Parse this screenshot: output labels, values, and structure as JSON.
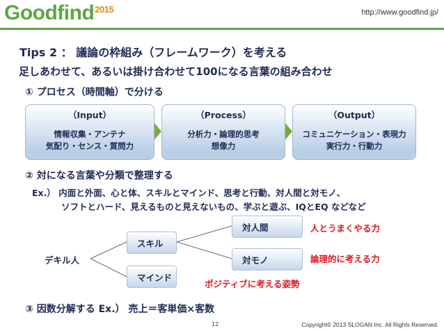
{
  "header": {
    "logo_text": "Goodfind",
    "logo_year": "2015",
    "url": "http://www.goodfind.jp/"
  },
  "title": "Tips 2 ： 議論の枠組み（フレームワーク）を考える",
  "subtitle": "足しあわせて、あるいは掛け合わせて100になる言葉の組み合わせ",
  "section1": {
    "heading": "① プロセス（時間軸）で分ける",
    "steps": [
      {
        "label": "（Input）",
        "desc_line1": "情報収集・アンテナ",
        "desc_line2": "気配り・センス・質問力"
      },
      {
        "label": "（Process）",
        "desc_line1": "分析力・論理的思考",
        "desc_line2": "想像力"
      },
      {
        "label": "（Output）",
        "desc_line1": "コミュニケーション・表現力",
        "desc_line2": "実行力・行動力"
      }
    ]
  },
  "section2": {
    "heading": "② 対になる言葉や分類で整理する",
    "example_line1": "Ex.） 内面と外面、心と体、スキルとマインド、思考と行動、対人間と対モノ、",
    "example_line2": "ソフトとハード、見えるものと見えないもの、学ぶと遊ぶ、IQとEQ  などなど",
    "tree": {
      "root": "デキル人",
      "skill": "スキル",
      "mind": "マインド",
      "interpersonal": "対人間",
      "objects": "対モノ",
      "interpersonal_note": "人とうまくやる力",
      "objects_note": "論理的に考える力",
      "mind_note": "ポジティブに考える姿勢"
    }
  },
  "section3": {
    "heading": "③ 因数分解する  Ex.） 売上＝客単価×客数"
  },
  "footer": {
    "page": "12",
    "copyright": "Copyright© 2013 SLOGAN Inc. All Rights Reserved."
  },
  "colors": {
    "navy": "#1f2a55",
    "brand_green": "#5aa843",
    "accent_red": "#e0161e",
    "arrow_green": "#7ea83a"
  }
}
